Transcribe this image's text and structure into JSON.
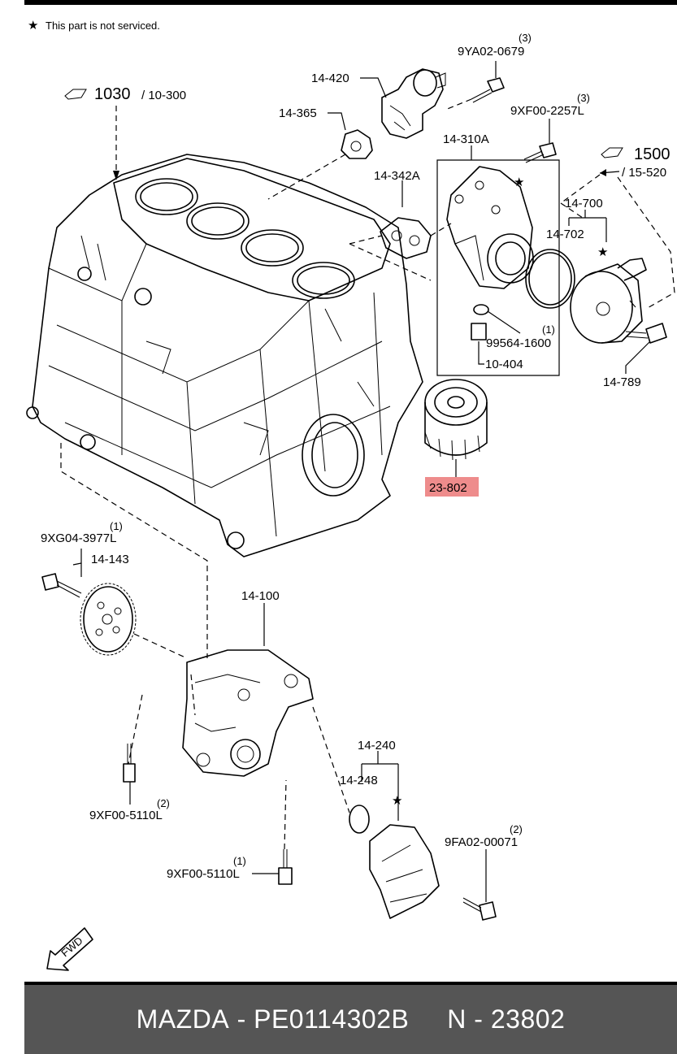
{
  "note": {
    "star": "★",
    "text": "This part is not serviced."
  },
  "refs": {
    "ref1030_main": "1030",
    "ref1030_sub": "/ 10-300",
    "ref1500_main": "1500",
    "ref1500_sub": "/ 15-520"
  },
  "parts": {
    "p14_420": "14-420",
    "p9ya02_qty": "(3)",
    "p9ya02": "9YA02-0679",
    "p9xf00_2257_qty": "(3)",
    "p9xf00_2257": "9XF00-2257L",
    "p14_365": "14-365",
    "p14_310a": "14-310A",
    "p14_342a": "14-342A",
    "p14_700": "14-700",
    "p14_702": "14-702",
    "p99564_qty": "(1)",
    "p99564": "99564-1600",
    "p10_404": "10-404",
    "p14_789": "14-789",
    "p23_802": "23-802",
    "p9xg04_qty": "(1)",
    "p9xg04": "9XG04-3977L",
    "p14_143": "14-143",
    "p14_100": "14-100",
    "p14_240": "14-240",
    "p14_248": "14-248",
    "p9xf00_5110_a_qty": "(2)",
    "p9xf00_5110_a": "9XF00-5110L",
    "p9fa02_qty": "(2)",
    "p9fa02": "9FA02-00071",
    "p9xf00_5110_b_qty": "(1)",
    "p9xf00_5110_b": "9XF00-5110L",
    "fwd": "FWD"
  },
  "footer": {
    "brand": "MAZDA",
    "separator1": " - ",
    "part_number": "PE0114302B",
    "gap": "     ",
    "callout_prefix": "N",
    "separator2": " - ",
    "callout_number": "23802"
  },
  "colors": {
    "highlight": "#ee8c8c",
    "footer_bg": "#555555"
  }
}
